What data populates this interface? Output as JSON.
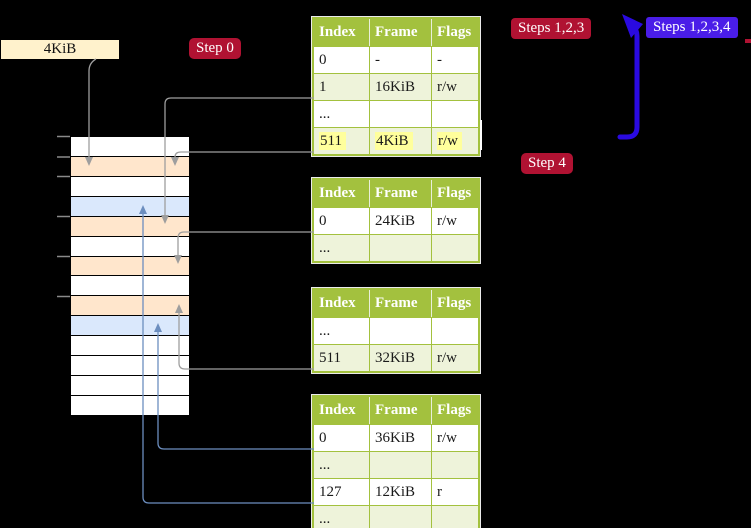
{
  "labels": {
    "size_label": "4KiB",
    "step0": "Step 0",
    "steps123": "Steps 1,2,3",
    "steps1234": "Steps 1,2,3,4",
    "step4": "Step 4"
  },
  "colors": {
    "background": "#000000",
    "crimson_badge": "#b01232",
    "violet_badge": "#4a1de8",
    "thick_arrow_blue": "#2a0ae0",
    "connector_gray": "#9e9e9e",
    "connector_blue": "#6c8ebf",
    "table_header_green": "#a3c13e",
    "table_row_green": "#eef3da",
    "highlight_yellow": "#ffff9c",
    "frame_peach": "#ffe6cc",
    "frame_blue": "#dae8fc",
    "label_cream": "#fff2cc"
  },
  "memory_stack": {
    "rows": [
      "white",
      "peach",
      "white",
      "blue",
      "peach",
      "white",
      "peach",
      "white",
      "peach",
      "blue",
      "white",
      "white",
      "white",
      "white"
    ]
  },
  "tables": [
    {
      "headers": [
        "Index",
        "Frame",
        "Flags"
      ],
      "rows": [
        {
          "cells": [
            "0",
            "-",
            "-"
          ],
          "shade": false,
          "highlight": false
        },
        {
          "cells": [
            "1",
            "16KiB",
            "r/w"
          ],
          "shade": true,
          "highlight": false
        },
        {
          "cells": [
            "...",
            "",
            ""
          ],
          "shade": false,
          "highlight": false
        },
        {
          "cells": [
            "511",
            "4KiB",
            "r/w"
          ],
          "shade": true,
          "highlight": true
        }
      ]
    },
    {
      "headers": [
        "Index",
        "Frame",
        "Flags"
      ],
      "rows": [
        {
          "cells": [
            "0",
            "24KiB",
            "r/w"
          ],
          "shade": false,
          "highlight": false
        },
        {
          "cells": [
            "...",
            "",
            ""
          ],
          "shade": true,
          "highlight": false
        }
      ]
    },
    {
      "headers": [
        "Index",
        "Frame",
        "Flags"
      ],
      "rows": [
        {
          "cells": [
            "...",
            "",
            ""
          ],
          "shade": false,
          "highlight": false
        },
        {
          "cells": [
            "511",
            "32KiB",
            "r/w"
          ],
          "shade": true,
          "highlight": false
        }
      ]
    },
    {
      "headers": [
        "Index",
        "Frame",
        "Flags"
      ],
      "rows": [
        {
          "cells": [
            "0",
            "36KiB",
            "r/w"
          ],
          "shade": false,
          "highlight": false
        },
        {
          "cells": [
            "...",
            "",
            ""
          ],
          "shade": true,
          "highlight": false
        },
        {
          "cells": [
            "127",
            "12KiB",
            "r"
          ],
          "shade": false,
          "highlight": false
        },
        {
          "cells": [
            "...",
            "",
            ""
          ],
          "shade": true,
          "highlight": false
        }
      ]
    }
  ],
  "connectors": [
    {
      "from": "size-label-4kib",
      "to": "stack-row-1",
      "color": "gray"
    },
    {
      "from": "table-0-row-1",
      "to": "stack-row-4",
      "color": "gray"
    },
    {
      "from": "table-0-row-3",
      "to": "stack-row-1",
      "color": "gray"
    },
    {
      "from": "table-1-row-0",
      "to": "stack-row-6",
      "color": "gray"
    },
    {
      "from": "table-2-row-1",
      "to": "stack-row-8",
      "color": "gray"
    },
    {
      "from": "table-3-row-0",
      "to": "stack-row-9",
      "color": "blue"
    },
    {
      "from": "table-3-row-2",
      "to": "stack-row-3",
      "color": "blue"
    },
    {
      "from": "step-4-area",
      "to": "steps-1-2-3-label",
      "color": "thick-blue",
      "shape": "loop-up"
    }
  ]
}
